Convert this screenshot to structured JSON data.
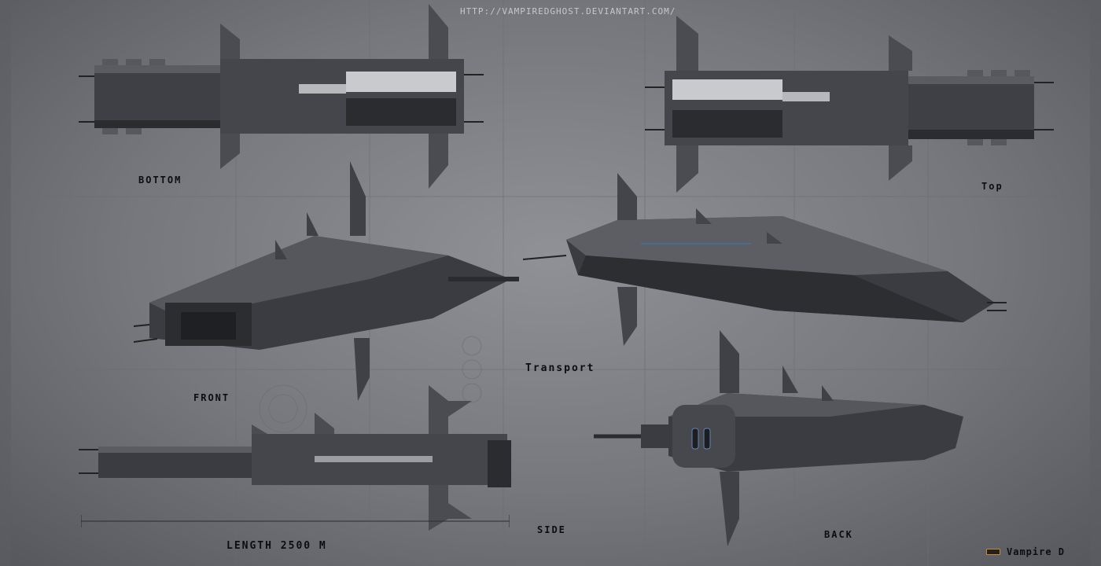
{
  "header": {
    "url": "HTTP://VAMPIREDGHOST.DEVIANTART.COM/"
  },
  "views": {
    "bottom": "BOTTOM",
    "top": "Top",
    "front": "FRONT",
    "transport": "Transport",
    "side": "SIDE",
    "back": "BACK"
  },
  "scale": {
    "label": "LENGTH 2500 M"
  },
  "signature": {
    "text": "Vampire D",
    "accent_color": "#c98b2b"
  },
  "colors": {
    "background": "#7b7d82",
    "label": "#0d0d10",
    "hull": "#3a3c41"
  }
}
